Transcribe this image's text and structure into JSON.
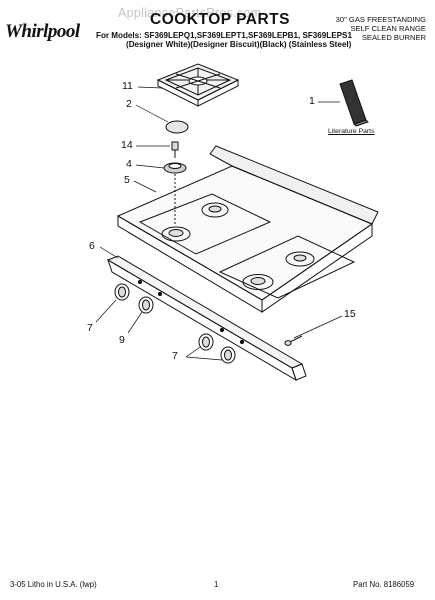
{
  "watermark": "AppliancePartsPros.com",
  "brand": "Whirlpool",
  "title": "COOKTOP PARTS",
  "spec_lines": [
    "30\" GAS FREESTANDING",
    "SELF CLEAN RANGE",
    "SEALED BURNER"
  ],
  "models_line": "For Models: SF369LEPQ1,SF369LEPT1,SF369LEPB1, SF369LEPS1",
  "finishes_line": "(Designer White)(Designer Biscuit)(Black) (Stainless Steel)",
  "literature_label": "Literature Parts",
  "callouts": {
    "c11": "11",
    "c2": "2",
    "c14": "14",
    "c4": "4",
    "c5": "5",
    "c6": "6",
    "c1": "1",
    "c7a": "7",
    "c9": "9",
    "c7b": "7",
    "c15": "15"
  },
  "footer": {
    "left": "3-05 Litho in U.S.A. (lwp)",
    "center": "1",
    "right": "Part No. 8186059"
  }
}
